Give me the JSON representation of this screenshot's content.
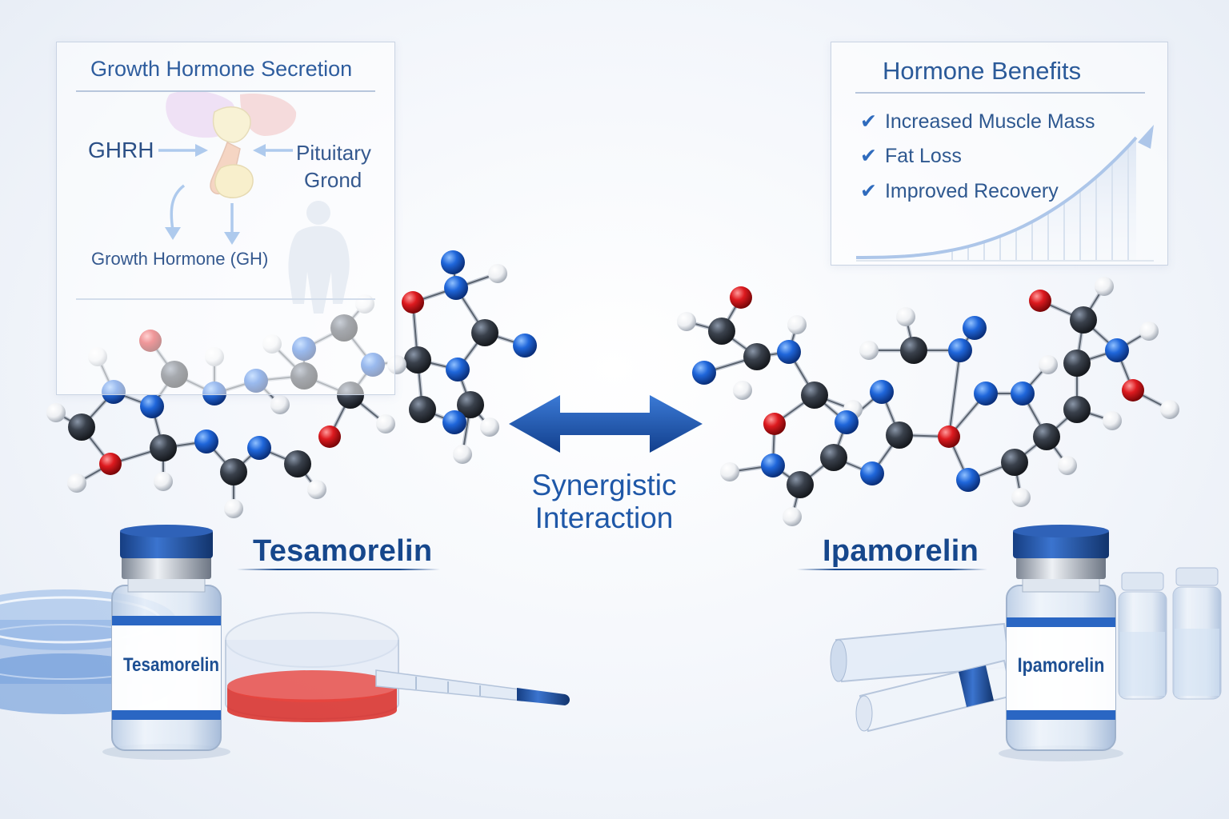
{
  "left_panel": {
    "title": "Growth Hormone Secretion",
    "ghrh_label": "GHRH",
    "pituitary_label_line1": "Pituitary",
    "pituitary_label_line2": "Grond",
    "output_label": "Growth Hormone (GH)"
  },
  "right_panel": {
    "title": "Hormone Benefits",
    "benefits": [
      "Increased Muscle Mass",
      "Fat Loss",
      "Improved Recovery"
    ],
    "chart_data": {
      "type": "area",
      "trend": "increasing",
      "bars": 12,
      "xlabel": "",
      "ylabel": ""
    }
  },
  "center": {
    "interaction_line1": "Synergistic",
    "interaction_line2": "Interaction"
  },
  "molecules": {
    "left_name": "Tesamorelin",
    "right_name": "Ipamorelin"
  },
  "vials": {
    "left_label": "Tesamorelin",
    "right_label": "Ipamorelin"
  },
  "colors": {
    "accent": "#1a4a8f",
    "carbon": "#2b3038",
    "nitrogen": "#1d5fd0",
    "oxygen": "#d8161c",
    "hydrogen": "#f4f4f4",
    "cap": "#1f4f9e",
    "petri_liquid": "#d92a24"
  }
}
